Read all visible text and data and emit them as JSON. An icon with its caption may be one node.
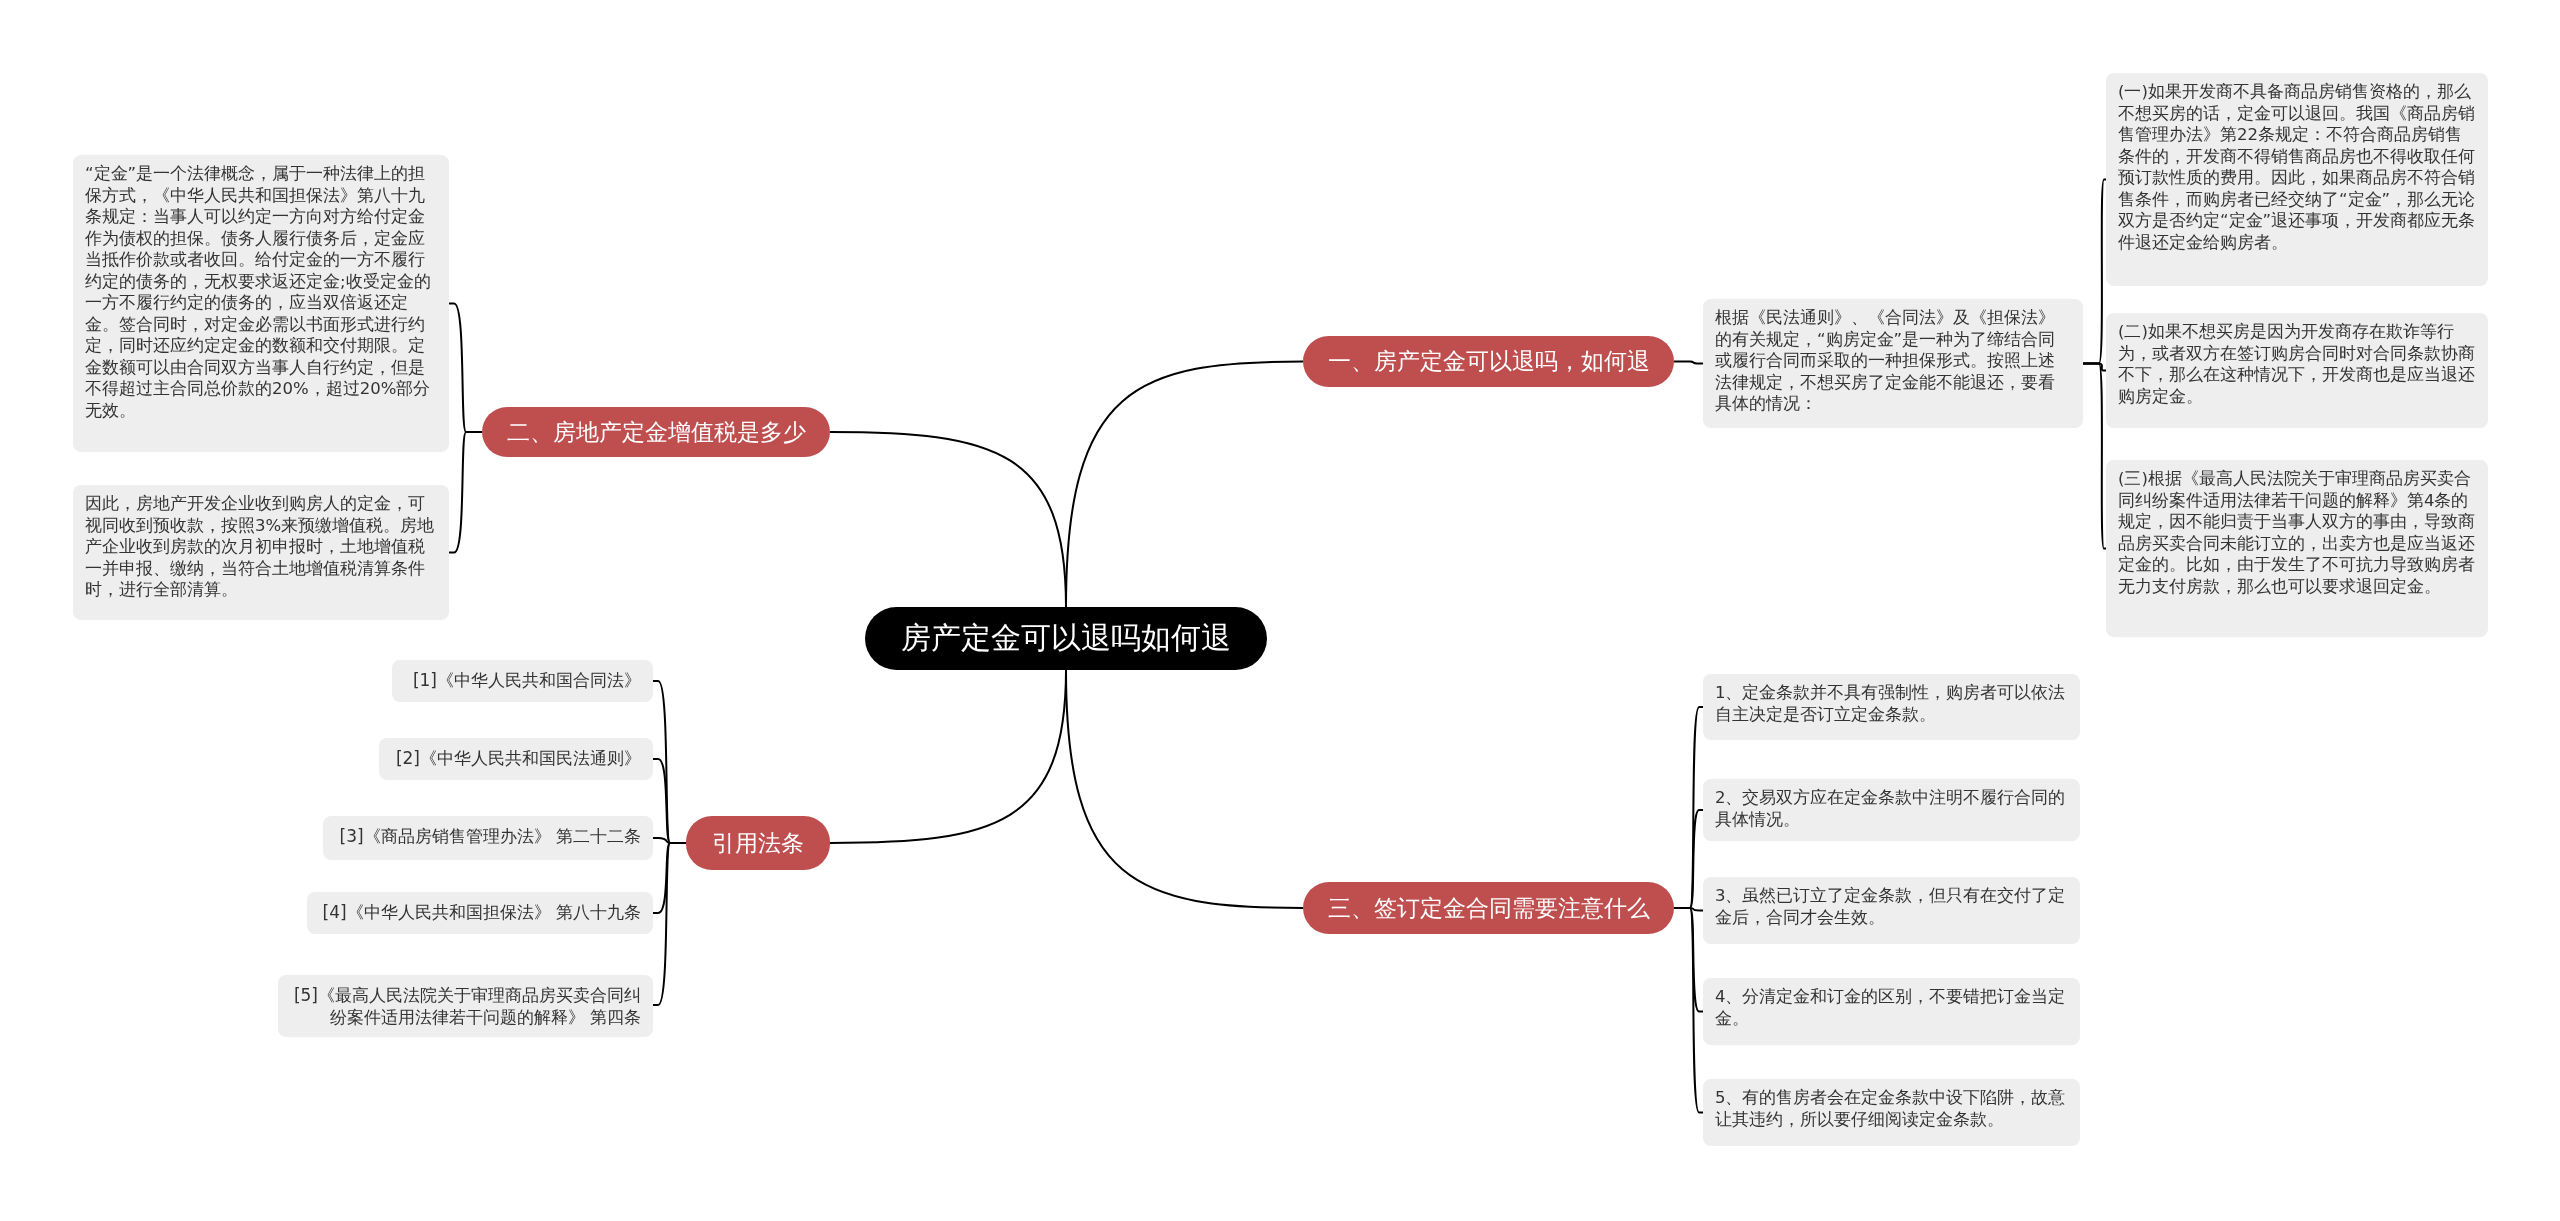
{
  "diagram": {
    "nodes": [
      {
        "text": [
          "房产定金可以退吗如何退"
        ]
      },
      {
        "text": [
          "一、房产定金可以退吗，如何退"
        ]
      },
      {
        "text": [
          "根据《民法通则》、《合同法》及《担保法》的有关规定，“购房定金”是一种为了缔结合同或履行合同而采取的一种担保形式。按照上述法律规定，不想买房了定金能不能退还，要看具体的情况："
        ]
      },
      {
        "text": [
          "(一)如果开发商不具备商品房销售资格的，那么不想买房的话，定金可以退回。我国《商品房销售管理办法》第22条规定：不符合商品房销售条件的，开发商不得销售商品房也不得收取任何预订款性质的费用。因此，如果商品房不符合销售条件，而购房者已经交纳了“定金”，那么无论双方是否约定“定金”退还事项，开发商都应无条件退还定金给购房者。"
        ]
      },
      {
        "text": [
          "(二)如果不想买房是因为开发商存在欺诈等行为，或者双方在签订购房合同时对合同条款协商不下，那么在这种情况下，开发商也是应当退还购房定金。"
        ]
      },
      {
        "text": [
          "(三)根据《最高人民法院关于审理商品房买卖合同纠纷案件适用法律若干问题的解释》第4条的规定，因不能归责于当事人双方的事由，导致商品房买卖合同未能订立的，出卖方也是应当返还定金的。比如，由于发生了不可抗力导致购房者无力支付房款，那么也可以要求退回定金。"
        ]
      },
      {
        "text": [
          "二、房地产定金增值税是多少"
        ]
      },
      {
        "text": [
          "“定金”是一个法律概念，属于一种法律上的担保方式，《中华人民共和国担保法》第八十九条规定：当事人可以约定一方向对方给付定金作为债权的担保。债务人履行债务后，定金应当抵作价款或者收回。给付定金的一方不履行约定的债务的，无权要求返还定金;收受定金的一方不履行约定的债务的，应当双倍返还定金。签合同时，对定金必需以书面形式进行约定，同时还应约定定金的数额和交付期限。定金数额可以由合同双方当事人自行约定，但是不得超过主合同总价款的20%，超过20%部分无效。"
        ]
      },
      {
        "text": [
          "因此，房地产开发企业收到购房人的定金，可视同收到预收款，按照3%来预缴增值税。房地产企业收到房款的次月初申报时，土地增值税一并申报、缴纳，当符合土地增值税清算条件时，进行全部清算。"
        ]
      },
      {
        "text": [
          "引用法条"
        ]
      },
      {
        "text": [
          "[1]《中华人民共和国合同法》"
        ]
      },
      {
        "text": [
          "[2]《中华人民共和国民法通则》"
        ]
      },
      {
        "text": [
          "[3]《商品房销售管理办法》 第二十二条"
        ]
      },
      {
        "text": [
          "[4]《中华人民共和国担保法》 第八十九条"
        ]
      },
      {
        "text": [
          "[5]《最高人民法院关于审理商品房买卖合同纠纷案件适用法律若干问题的解释》 第四条"
        ]
      },
      {
        "text": [
          "三、签订定金合同需要注意什么"
        ]
      },
      {
        "text": [
          "1、定金条款并不具有强制性，购房者可以依法自主决定是否订立定金条款。"
        ]
      },
      {
        "text": [
          "2、交易双方应在定金条款中注明不履行合同的具体情况。"
        ]
      },
      {
        "text": [
          "3、虽然已订立了定金条款，但只有在交付了定金后，合同才会生效。"
        ]
      },
      {
        "text": [
          "4、分清定金和订金的区别，不要错把订金当定金。"
        ]
      },
      {
        "text": [
          "5、有的售房者会在定金条款中设下陷阱，故意让其违约，所以要仔细阅读定金条款。"
        ]
      }
    ],
    "edges": [
      {
        "from": 0,
        "to": 1,
        "arrow": "none"
      },
      {
        "from": 1,
        "to": 2,
        "arrow": "none"
      },
      {
        "from": 2,
        "to": 3,
        "arrow": "none"
      },
      {
        "from": 2,
        "to": 4,
        "arrow": "none"
      },
      {
        "from": 2,
        "to": 5,
        "arrow": "none"
      },
      {
        "from": 0,
        "to": 6,
        "arrow": "none"
      },
      {
        "from": 6,
        "to": 7,
        "arrow": "none"
      },
      {
        "from": 6,
        "to": 8,
        "arrow": "none"
      },
      {
        "from": 0,
        "to": 9,
        "arrow": "none"
      },
      {
        "from": 9,
        "to": 10,
        "arrow": "none"
      },
      {
        "from": 9,
        "to": 11,
        "arrow": "none"
      },
      {
        "from": 9,
        "to": 12,
        "arrow": "none"
      },
      {
        "from": 9,
        "to": 13,
        "arrow": "none"
      },
      {
        "from": 9,
        "to": 14,
        "arrow": "none"
      },
      {
        "from": 0,
        "to": 15,
        "arrow": "none"
      },
      {
        "from": 15,
        "to": 16,
        "arrow": "none"
      },
      {
        "from": 15,
        "to": 17,
        "arrow": "none"
      },
      {
        "from": 15,
        "to": 18,
        "arrow": "none"
      },
      {
        "from": 15,
        "to": 19,
        "arrow": "none"
      },
      {
        "from": 15,
        "to": 20,
        "arrow": "none"
      }
    ]
  }
}
